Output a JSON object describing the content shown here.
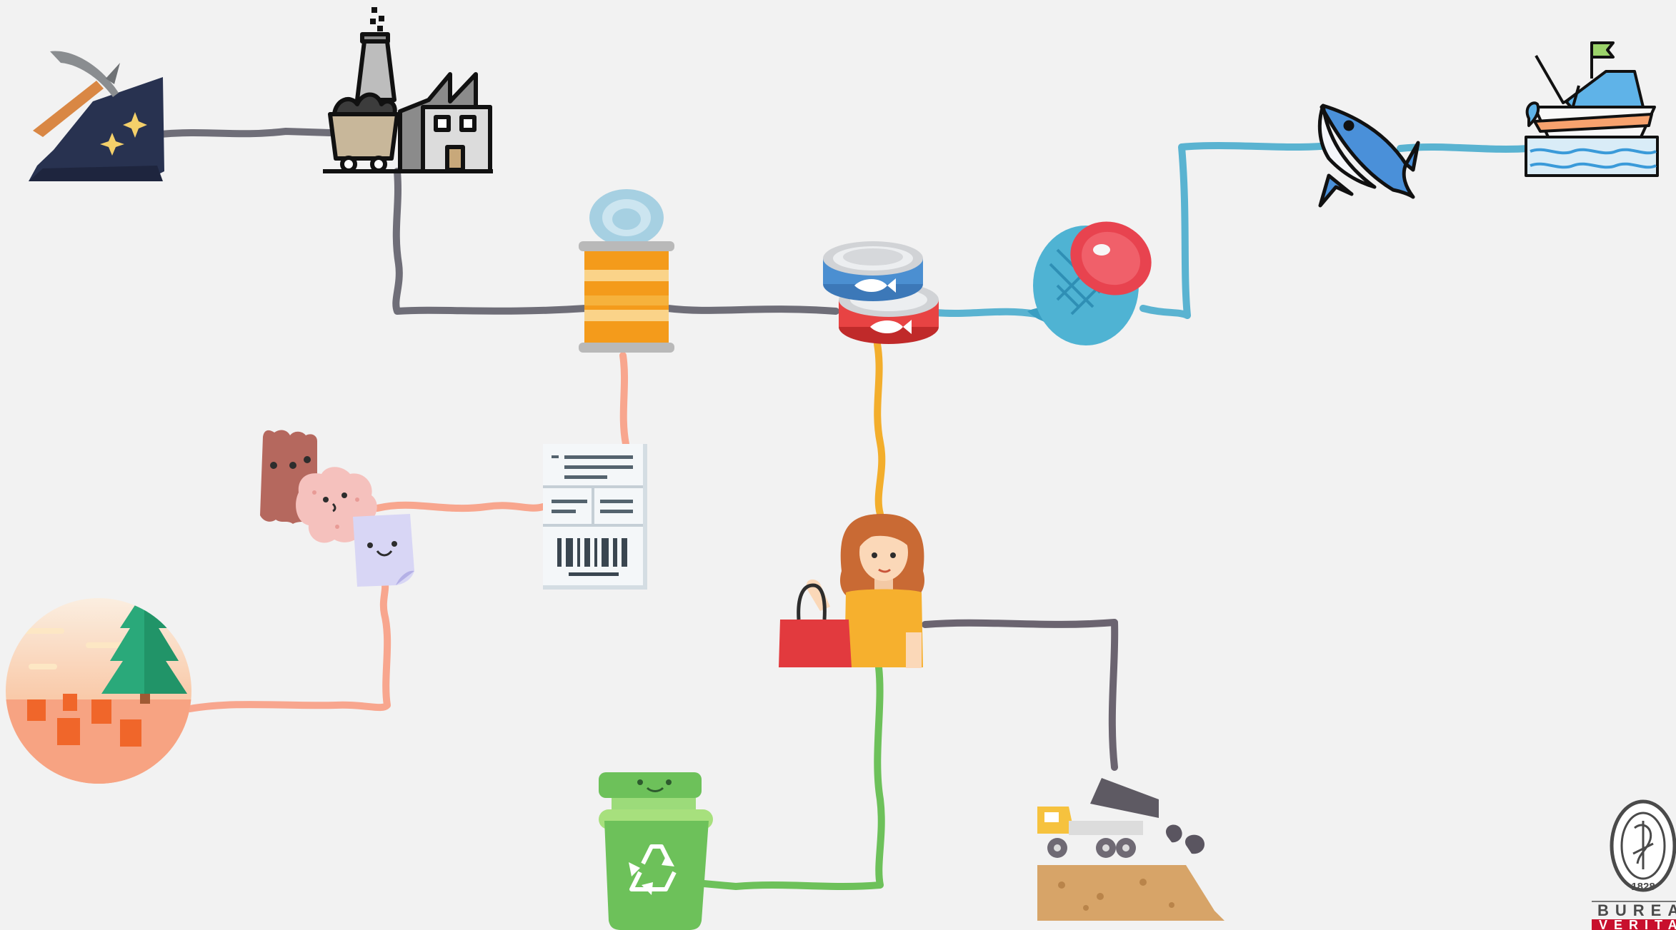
{
  "colors": {
    "background": "#f2f2f2",
    "steel_line": "#6f6e78",
    "ocean_line": "#5ab3d1",
    "pulp_line": "#f8a68e",
    "consumer_line": "#f3ae2c",
    "recycle_line": "#6dc15a",
    "waste_line": "#6b6470",
    "brand_red": "#c8102e"
  },
  "icons": [
    "mining-pickaxe-icon",
    "steel-factory-icon",
    "tin-can-icon",
    "canned-fish-icon",
    "tuna-steak-icon",
    "tuna-fish-icon",
    "fishing-boat-icon",
    "paper-pulp-icon",
    "paper-label-icon",
    "forest-deforestation-icon",
    "shopper-woman-icon",
    "recycle-bin-icon",
    "landfill-truck-icon",
    "bureau-veritas-seal-icon"
  ],
  "logo": {
    "line1": "BUREAU",
    "line2": "VERITAS",
    "seal_year": "1828"
  }
}
